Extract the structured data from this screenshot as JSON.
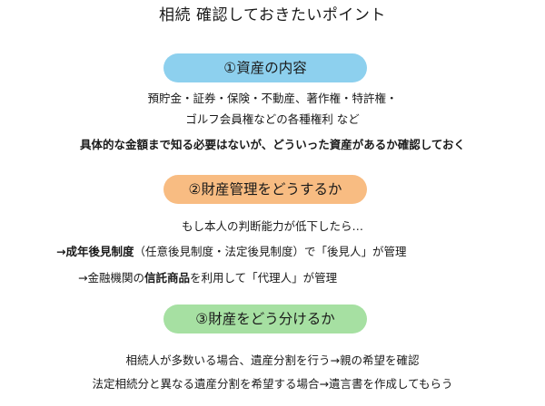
{
  "title": "相続 確認しておきたいポイント",
  "section1": {
    "heading": "①資産の内容",
    "line1": "預貯金・証券・保険・不動産、著作権・特許権・",
    "line2": "ゴルフ会員権などの各種権利 など",
    "note": "具体的な金額まで知る必要はないが、どういった資産があるか確認しておく"
  },
  "section2": {
    "heading": "②財産管理をどうするか",
    "intro": "もし本人の判断能力が低下したら…",
    "item1": {
      "arrow": "→",
      "bold": "成年後見制度",
      "rest": "（任意後見制度・法定後見制度）で「後見人」が管理"
    },
    "item2": {
      "prefix": "→金融機関の",
      "bold": "信託商品",
      "rest": "を利用して「代理人」が管理"
    }
  },
  "section3": {
    "heading": "③財産をどう分けるか",
    "line1": "相続人が多数いる場合、遺産分割を行う→親の希望を確認",
    "line2": "法定相続分と異なる遺産分割を希望する場合→遺言書を作成してもらう"
  },
  "colors": {
    "section1_pill": "#8dd0ee",
    "section2_pill": "#f8bc82",
    "section3_pill": "#a6e0a2"
  }
}
